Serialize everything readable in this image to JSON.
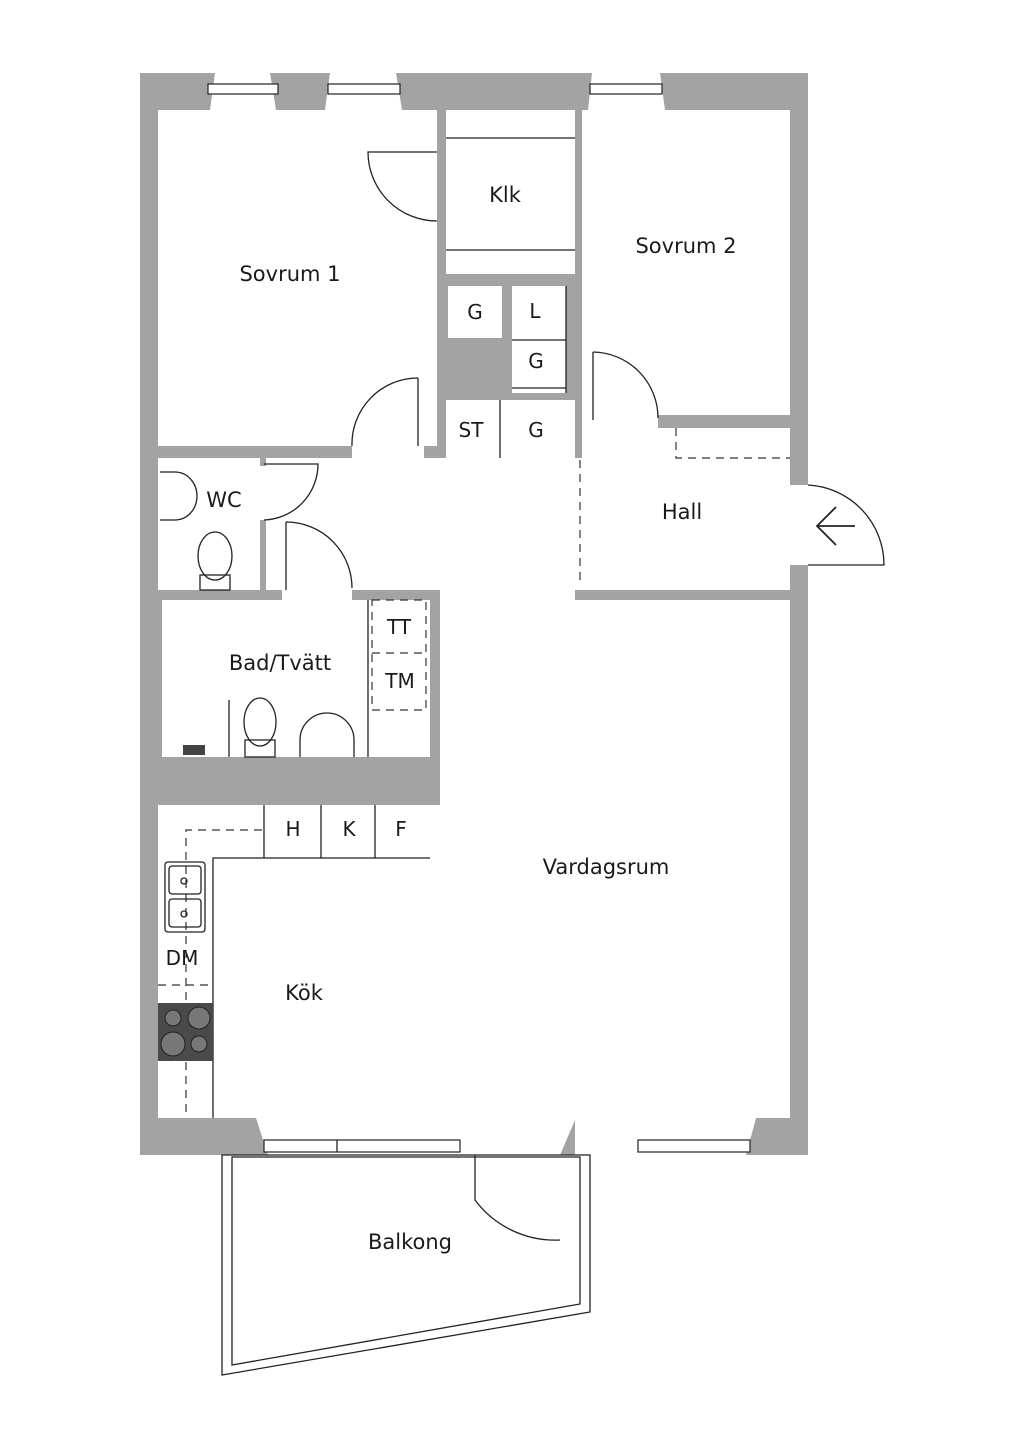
{
  "colors": {
    "wall": "#a3a3a3",
    "line": "#222222",
    "stove": "#4a4a4a"
  },
  "rooms": {
    "sovrum1": "Sovrum 1",
    "sovrum2": "Sovrum 2",
    "klk": "Klk",
    "wc": "WC",
    "hall": "Hall",
    "bad": "Bad/Tvätt",
    "vardagsrum": "Vardagsrum",
    "kok": "Kök",
    "balkong": "Balkong"
  },
  "fixtures": {
    "g1": "G",
    "l": "L",
    "g2": "G",
    "st": "ST",
    "g3": "G",
    "tt": "TT",
    "tm": "TM",
    "h": "H",
    "k": "K",
    "f": "F",
    "dm": "DM"
  }
}
